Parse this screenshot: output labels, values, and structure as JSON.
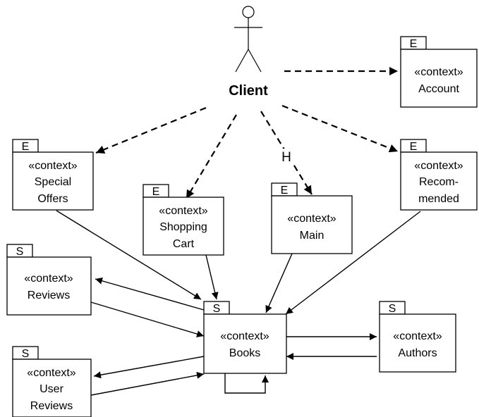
{
  "actor": {
    "label": "Client"
  },
  "hidden_label": "H",
  "nodes": {
    "account": {
      "kind": "E",
      "stereotype": "«context»",
      "lines": [
        "Account"
      ]
    },
    "special_offers": {
      "kind": "E",
      "stereotype": "«context»",
      "lines": [
        "Special",
        "Offers"
      ]
    },
    "shopping_cart": {
      "kind": "E",
      "stereotype": "«context»",
      "lines": [
        "Shopping",
        "Cart"
      ]
    },
    "main": {
      "kind": "E",
      "stereotype": "«context»",
      "lines": [
        "Main"
      ]
    },
    "recommended": {
      "kind": "E",
      "stereotype": "«context»",
      "lines": [
        "Recom-",
        "mended"
      ]
    },
    "reviews": {
      "kind": "S",
      "stereotype": "«context»",
      "lines": [
        "Reviews"
      ]
    },
    "books": {
      "kind": "S",
      "stereotype": "«context»",
      "lines": [
        "Books"
      ]
    },
    "authors": {
      "kind": "S",
      "stereotype": "«context»",
      "lines": [
        "Authors"
      ]
    },
    "user_reviews": {
      "kind": "S",
      "stereotype": "«context»",
      "lines": [
        "User",
        "Reviews"
      ]
    }
  }
}
